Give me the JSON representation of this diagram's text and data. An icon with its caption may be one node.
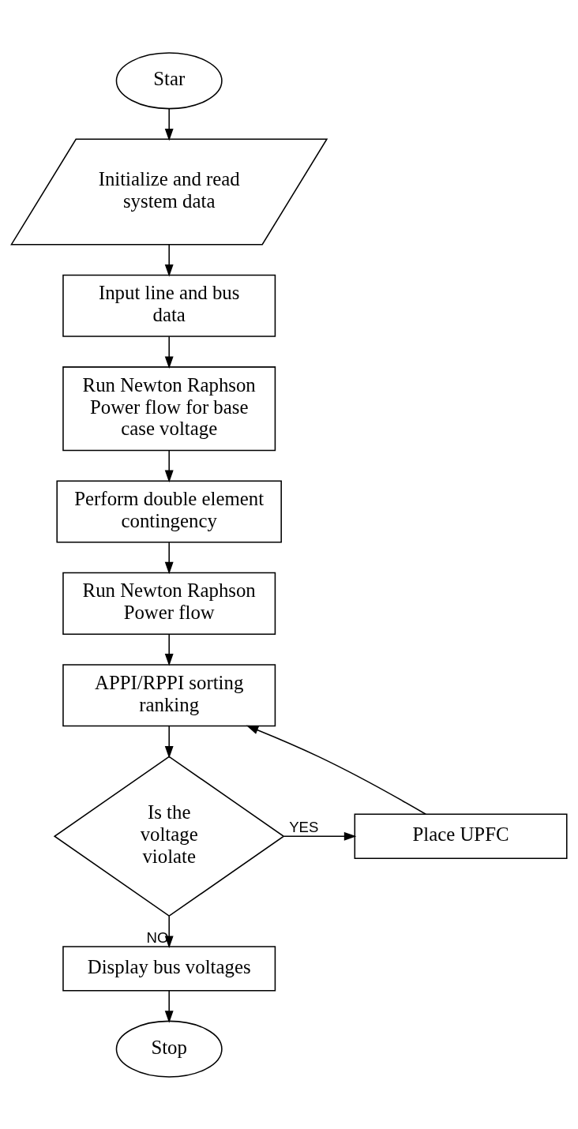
{
  "diagram": {
    "nodes": [
      {
        "text": [
          "Star"
        ]
      },
      {
        "text": [
          "Initialize and read system data"
        ]
      },
      {
        "text": [
          "Input line and bus data"
        ]
      },
      {
        "text": [
          "Run Newton Raphson Power flow for base case voltage"
        ]
      },
      {
        "text": [
          "Perform double element contingency"
        ]
      },
      {
        "text": [
          "Run Newton Raphson Power flow"
        ]
      },
      {
        "text": [
          "APPI/RPPI sorting ranking"
        ]
      },
      {
        "text": [
          "Is the voltage violate"
        ]
      },
      {
        "text": [
          "Place UPFC"
        ]
      },
      {
        "text": [
          "Display bus voltages"
        ]
      },
      {
        "text": [
          "Stop"
        ]
      }
    ],
    "edges": [
      {
        "from": 0,
        "to": 1,
        "arrow": "to"
      },
      {
        "from": 1,
        "to": 2,
        "arrow": "to"
      },
      {
        "from": 2,
        "to": 3,
        "arrow": "to"
      },
      {
        "from": 3,
        "to": 4,
        "arrow": "to"
      },
      {
        "from": 4,
        "to": 5,
        "arrow": "to"
      },
      {
        "from": 5,
        "to": 6,
        "arrow": "to"
      },
      {
        "from": 6,
        "to": 7,
        "arrow": "to"
      },
      {
        "from": 7,
        "to": 8,
        "arrow": "to",
        "label": "YES"
      },
      {
        "from": 8,
        "to": 6,
        "arrow": "to"
      },
      {
        "from": 7,
        "to": 9,
        "arrow": "to",
        "label": "NO"
      },
      {
        "from": 9,
        "to": 10,
        "arrow": "to"
      }
    ]
  }
}
